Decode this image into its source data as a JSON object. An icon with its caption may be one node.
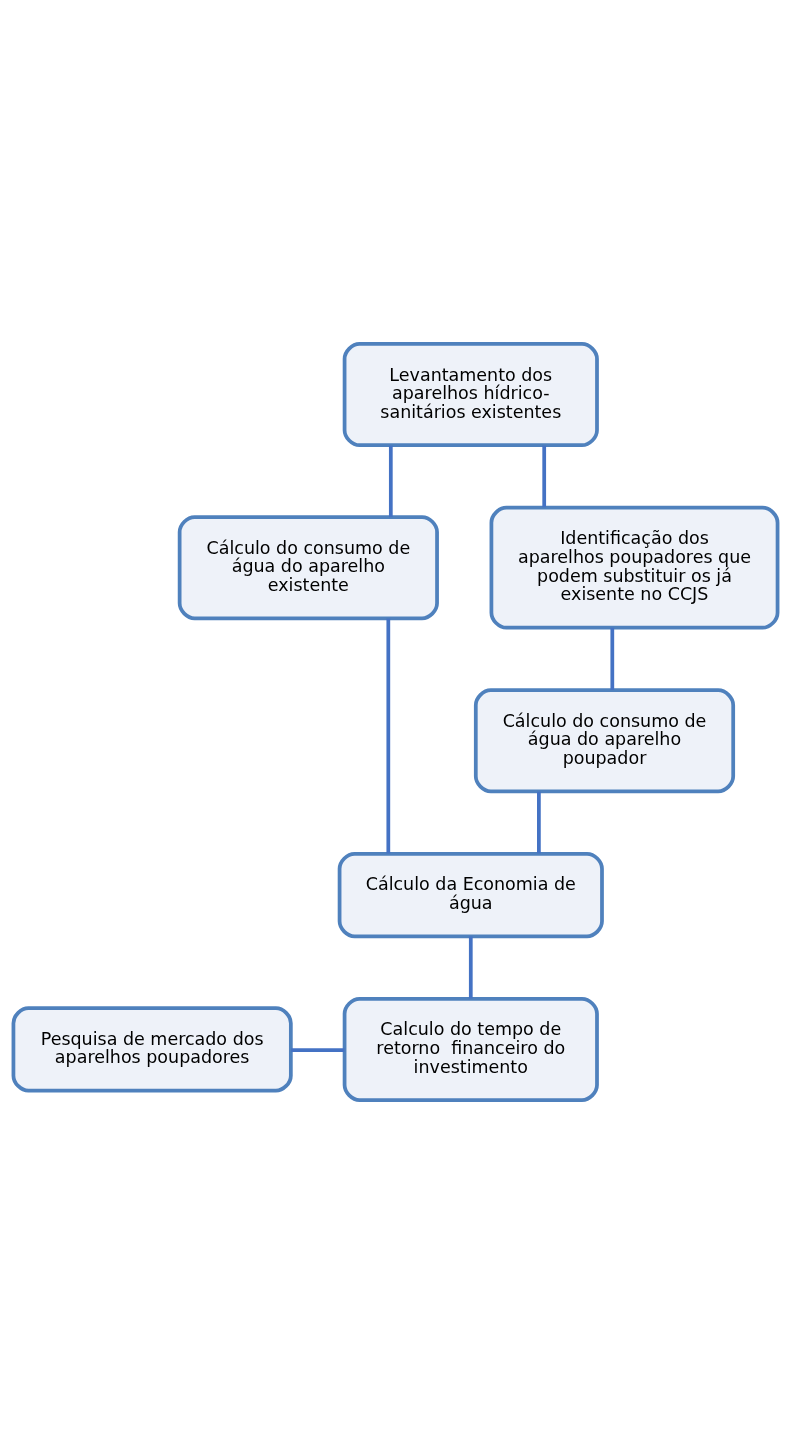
{
  "diagram": {
    "nodes": [
      {
        "text": [
          "Levantamento dos aparelhos hídrico-sanitários existentes"
        ]
      },
      {
        "text": [
          "Cálculo do consumo de água do aparelho existente"
        ]
      },
      {
        "text": [
          "Identificação dos aparelhos poupadores que podem substituir os já exisente no CCJS"
        ]
      },
      {
        "text": [
          "Cálculo do consumo de água do aparelho poupador"
        ]
      },
      {
        "text": [
          "Cálculo da Economia de água"
        ]
      },
      {
        "text": [
          "Pesquisa de mercado dos aparelhos poupadores"
        ]
      },
      {
        "text": [
          "Calculo do tempo de retorno  financeiro do investimento"
        ]
      }
    ],
    "edges": [
      {
        "from": 0,
        "to": 1,
        "arrow": "none"
      },
      {
        "from": 0,
        "to": 2,
        "arrow": "none"
      },
      {
        "from": 2,
        "to": 3,
        "arrow": "none"
      },
      {
        "from": 1,
        "to": 4,
        "arrow": "none"
      },
      {
        "from": 3,
        "to": 4,
        "arrow": "none"
      },
      {
        "from": 4,
        "to": 6,
        "arrow": "none"
      },
      {
        "from": 5,
        "to": 6,
        "arrow": "none"
      }
    ]
  }
}
